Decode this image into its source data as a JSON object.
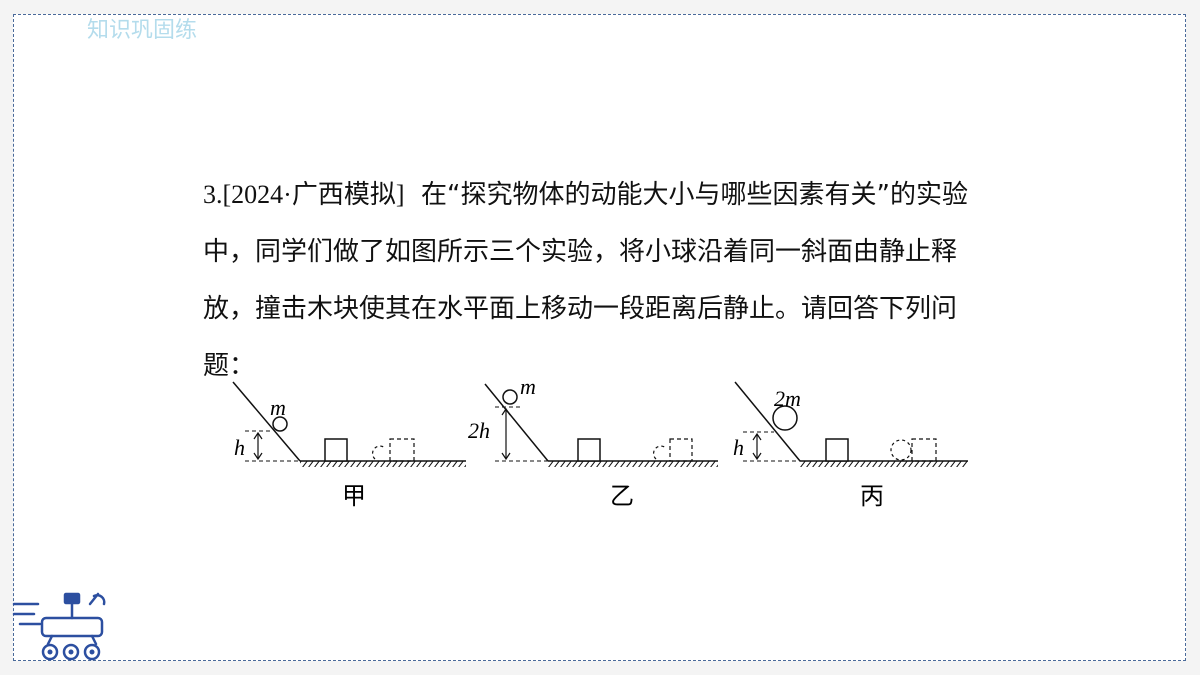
{
  "slide": {
    "section_title": "知识巩固练",
    "question": {
      "number": "3.",
      "source": "[2024·广西模拟]",
      "text": "在“探究物体的动能大小与哪些因素有关”的实验中，同学们做了如图所示三个实验，将小球沿着同一斜面由静止释放，撞击木块使其在水平面上移动一段距离后静止。请回答下列问题："
    },
    "figure": {
      "panels": [
        {
          "caption": "甲",
          "mass_label": "m",
          "height_label": "h"
        },
        {
          "caption": "乙",
          "mass_label": "m",
          "height_label": "2h"
        },
        {
          "caption": "丙",
          "mass_label": "2m",
          "height_label": "h"
        }
      ]
    },
    "icons": {
      "decoration": "rover-icon"
    },
    "colors": {
      "border": "#4a6a9a",
      "title": "#b4dcec",
      "rover": "#2c4fa0"
    }
  }
}
